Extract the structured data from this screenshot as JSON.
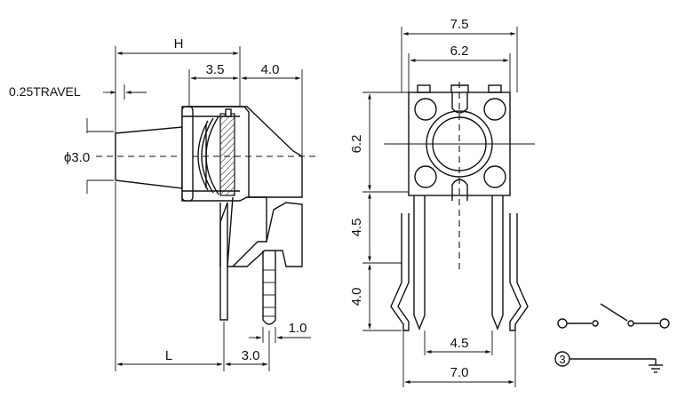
{
  "side_view": {
    "dim_H": "H",
    "dim_3_5": "3.5",
    "dim_4_0_top": "4.0",
    "dim_travel": "0.25TRAVEL",
    "dim_phi": "ϕ3.0",
    "dim_1_0": "1.0",
    "dim_L": "L",
    "dim_3_0": "3.0"
  },
  "front_view": {
    "dim_7_5": "7.5",
    "dim_6_2_top": "6.2",
    "dim_6_2_side": "6.2",
    "dim_4_5_side": "4.5",
    "dim_4_0_side": "4.0",
    "dim_4_5_bottom": "4.5",
    "dim_7_0": "7.0"
  },
  "schematic": {
    "terminal_label": "3"
  }
}
